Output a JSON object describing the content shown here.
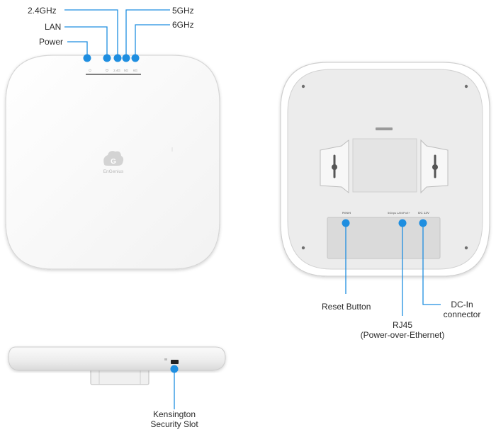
{
  "accent_color": "#1e8ee0",
  "front_view": {
    "brand_text": "EnGenius",
    "led_glyphs": [
      "⏻",
      "ᗢ",
      "2.4G",
      "5G",
      "6G"
    ],
    "callouts": [
      "2.4GHz",
      "LAN",
      "Power",
      "5GHz",
      "6GHz"
    ]
  },
  "rear_view": {
    "port_labels": [
      "Reset",
      "5Gbps LAN/PoE+",
      "DC 12V"
    ],
    "callouts": {
      "reset": "Reset Button",
      "rj45_line1": "RJ45",
      "rj45_line2": "(Power-over-Ethernet)",
      "dc_line1": "DC-In",
      "dc_line2": "connector"
    }
  },
  "side_view": {
    "callout_line1": "Kensington",
    "callout_line2": "Security Slot"
  }
}
